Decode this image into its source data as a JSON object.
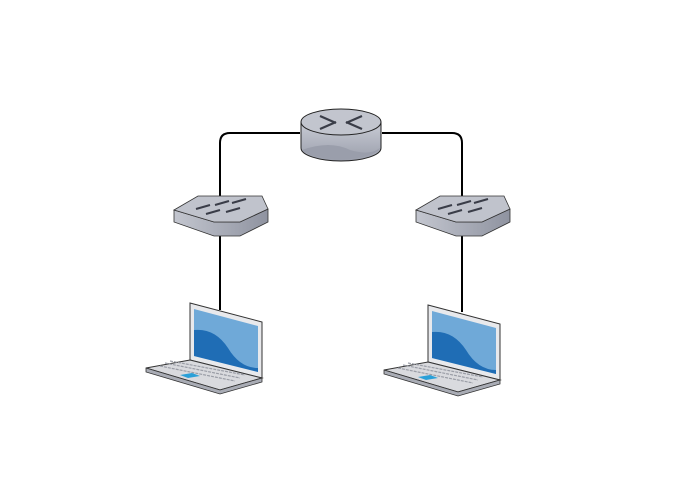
{
  "diagram": {
    "nodes": [
      {
        "id": "router",
        "type": "router-icon"
      },
      {
        "id": "switch-left",
        "type": "switch-icon"
      },
      {
        "id": "switch-right",
        "type": "switch-icon"
      },
      {
        "id": "laptop-left",
        "type": "laptop-icon"
      },
      {
        "id": "laptop-right",
        "type": "laptop-icon"
      }
    ],
    "links": [
      [
        "router",
        "switch-left"
      ],
      [
        "router",
        "switch-right"
      ],
      [
        "switch-left",
        "laptop-left"
      ],
      [
        "switch-right",
        "laptop-right"
      ]
    ],
    "colors": {
      "device_gray": "#b9bcc7",
      "screen_blue": "#1f6db5",
      "screen_light": "#6fa9d8",
      "link": "#000000"
    }
  }
}
